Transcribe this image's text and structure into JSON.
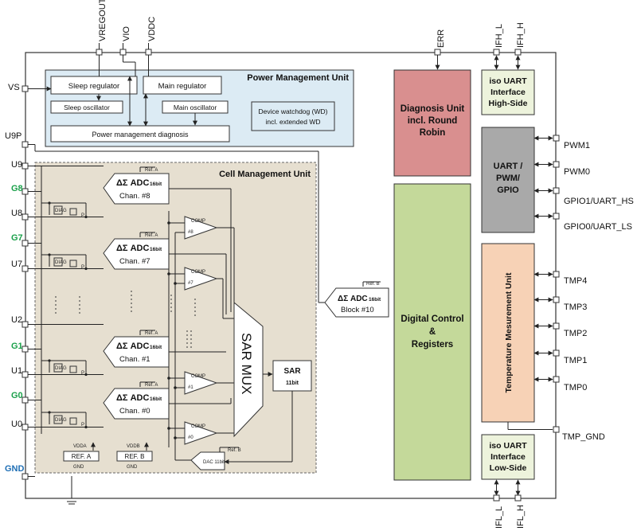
{
  "top_pins": {
    "vregout": "VREGOUT",
    "vio": "VIO",
    "vddc": "VDDC",
    "err": "ERR",
    "ifh_l": "IFH_L",
    "ifh_h": "IFH_H"
  },
  "bottom_pins": {
    "ifl_l": "IFL_L",
    "ifl_h": "IFL_H"
  },
  "left_pins": {
    "vs": "VS",
    "u9p": "U9P",
    "u9": "U9",
    "g8": "G8",
    "u8": "U8",
    "g7": "G7",
    "u7": "U7",
    "u2": "U2",
    "g1": "G1",
    "u1": "U1",
    "g0": "G0",
    "u0": "U0",
    "gnd": "GND"
  },
  "right_pins": {
    "pwm1": "PWM1",
    "pwm0": "PWM0",
    "gpio1": "GPIO1/UART_HS",
    "gpio0": "GPIO0/UART_LS",
    "tmp4": "TMP4",
    "tmp3": "TMP3",
    "tmp2": "TMP2",
    "tmp1": "TMP1",
    "tmp0": "TMP0",
    "tmp_gnd": "TMP_GND"
  },
  "pmu": {
    "title": "Power Management Unit",
    "sleep_regulator": "Sleep  regulator",
    "main_regulator": "Main regulator",
    "sleep_oscillator": "Sleep oscillator",
    "main_oscillator": "Main oscillator",
    "diagnosis": "Power management diagnosis",
    "watchdog_line1": "Device watchdog (WD)",
    "watchdog_line2": "incl. extended WD"
  },
  "cmu": {
    "title": "Cell Management Unit",
    "adc_label": "ΔΣ ADC",
    "adc_bits": "16bit",
    "ref_a": "Ref. A",
    "ref_b": "Ref. B",
    "chan8": "Chan. #8",
    "chan7": "Chan. #7",
    "chan1": "Chan. #1",
    "chan0": "Chan. #0",
    "comp": "COMP",
    "comp8": "#8",
    "comp7": "#7",
    "comp1": "#1",
    "comp0": "#0",
    "diag": "DIAG",
    "p": "P",
    "sar_mux": "SAR MUX",
    "sar": "SAR",
    "sar_bits": "11bit",
    "dac": "DAC 11bit",
    "ref_a_box": "REF. A",
    "ref_b_box": "REF. B",
    "vdda": "VDDA",
    "vddb": "VDDB",
    "gnd_small": "GND"
  },
  "adc10": {
    "ref": "Ref. B",
    "label": "ΔΣ ADC",
    "bits": "16bit",
    "block": "Block #10"
  },
  "diagnosis_unit": {
    "line1": "Diagnosis Unit",
    "line2": "incl. Round",
    "line3": "Robin"
  },
  "digital_control": {
    "line1": "Digital Control",
    "line2": "&",
    "line3": "Registers"
  },
  "uart_high": {
    "line1": "iso UART",
    "line2": "Interface",
    "line3": "High-Side"
  },
  "uart_pwm": {
    "line1": "UART /",
    "line2": "PWM/",
    "line3": "GPIO"
  },
  "temp_unit": {
    "label": "Temperature Mesurement Unit"
  },
  "uart_low": {
    "line1": "iso UART",
    "line2": "Interface",
    "line3": "Low-Side"
  },
  "colors": {
    "pmu_bg": "#dcebf4",
    "cmu_bg": "#e6dfd0",
    "diag_bg": "#d98f8f",
    "digital_bg": "#c4d99a",
    "uart_bg": "#edf3dc",
    "uartpwm_bg": "#a9a9a9",
    "temp_bg": "#f7d2b6",
    "pin_green": "#1aa04a",
    "pin_blue": "#1f6fb5"
  }
}
